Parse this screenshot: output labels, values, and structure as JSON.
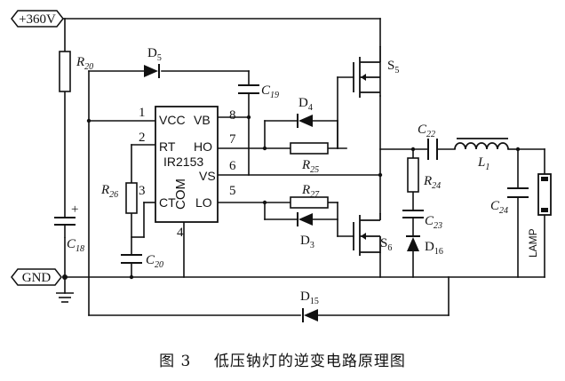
{
  "power": {
    "supply": "+360V",
    "ground": "GND"
  },
  "ic": {
    "name": "IR2153",
    "com": "COM"
  },
  "pins": {
    "vcc": "VCC",
    "vb": "VB",
    "rt": "RT",
    "ho": "HO",
    "vs": "VS",
    "ct": "CT",
    "lo": "LO",
    "n1": "1",
    "n2": "2",
    "n3": "3",
    "n4": "4",
    "n5": "5",
    "n6": "6",
    "n7": "7",
    "n8": "8"
  },
  "parts": {
    "r20": {
      "main": "R",
      "sub": "20"
    },
    "d5": {
      "main": "D",
      "sub": "5"
    },
    "c19": {
      "main": "C",
      "sub": "19"
    },
    "d4": {
      "main": "D",
      "sub": "4"
    },
    "r25": {
      "main": "R",
      "sub": "25"
    },
    "r27": {
      "main": "R",
      "sub": "27"
    },
    "d3": {
      "main": "D",
      "sub": "3"
    },
    "s5": {
      "main": "S",
      "sub": "5"
    },
    "s6": {
      "main": "S",
      "sub": "6"
    },
    "r26": {
      "main": "R",
      "sub": "26"
    },
    "c20": {
      "main": "C",
      "sub": "20"
    },
    "c18": {
      "main": "C",
      "sub": "18"
    },
    "c22": {
      "main": "C",
      "sub": "22"
    },
    "l1": {
      "main": "L",
      "sub": "1"
    },
    "r24": {
      "main": "R",
      "sub": "24"
    },
    "c23": {
      "main": "C",
      "sub": "23"
    },
    "d16": {
      "main": "D",
      "sub": "16"
    },
    "c24": {
      "main": "C",
      "sub": "24"
    },
    "d15": {
      "main": "D",
      "sub": "15"
    },
    "c18_plus": "+",
    "lamp": "LAMP"
  },
  "caption": "图 3    低压钠灯的逆变电路原理图"
}
